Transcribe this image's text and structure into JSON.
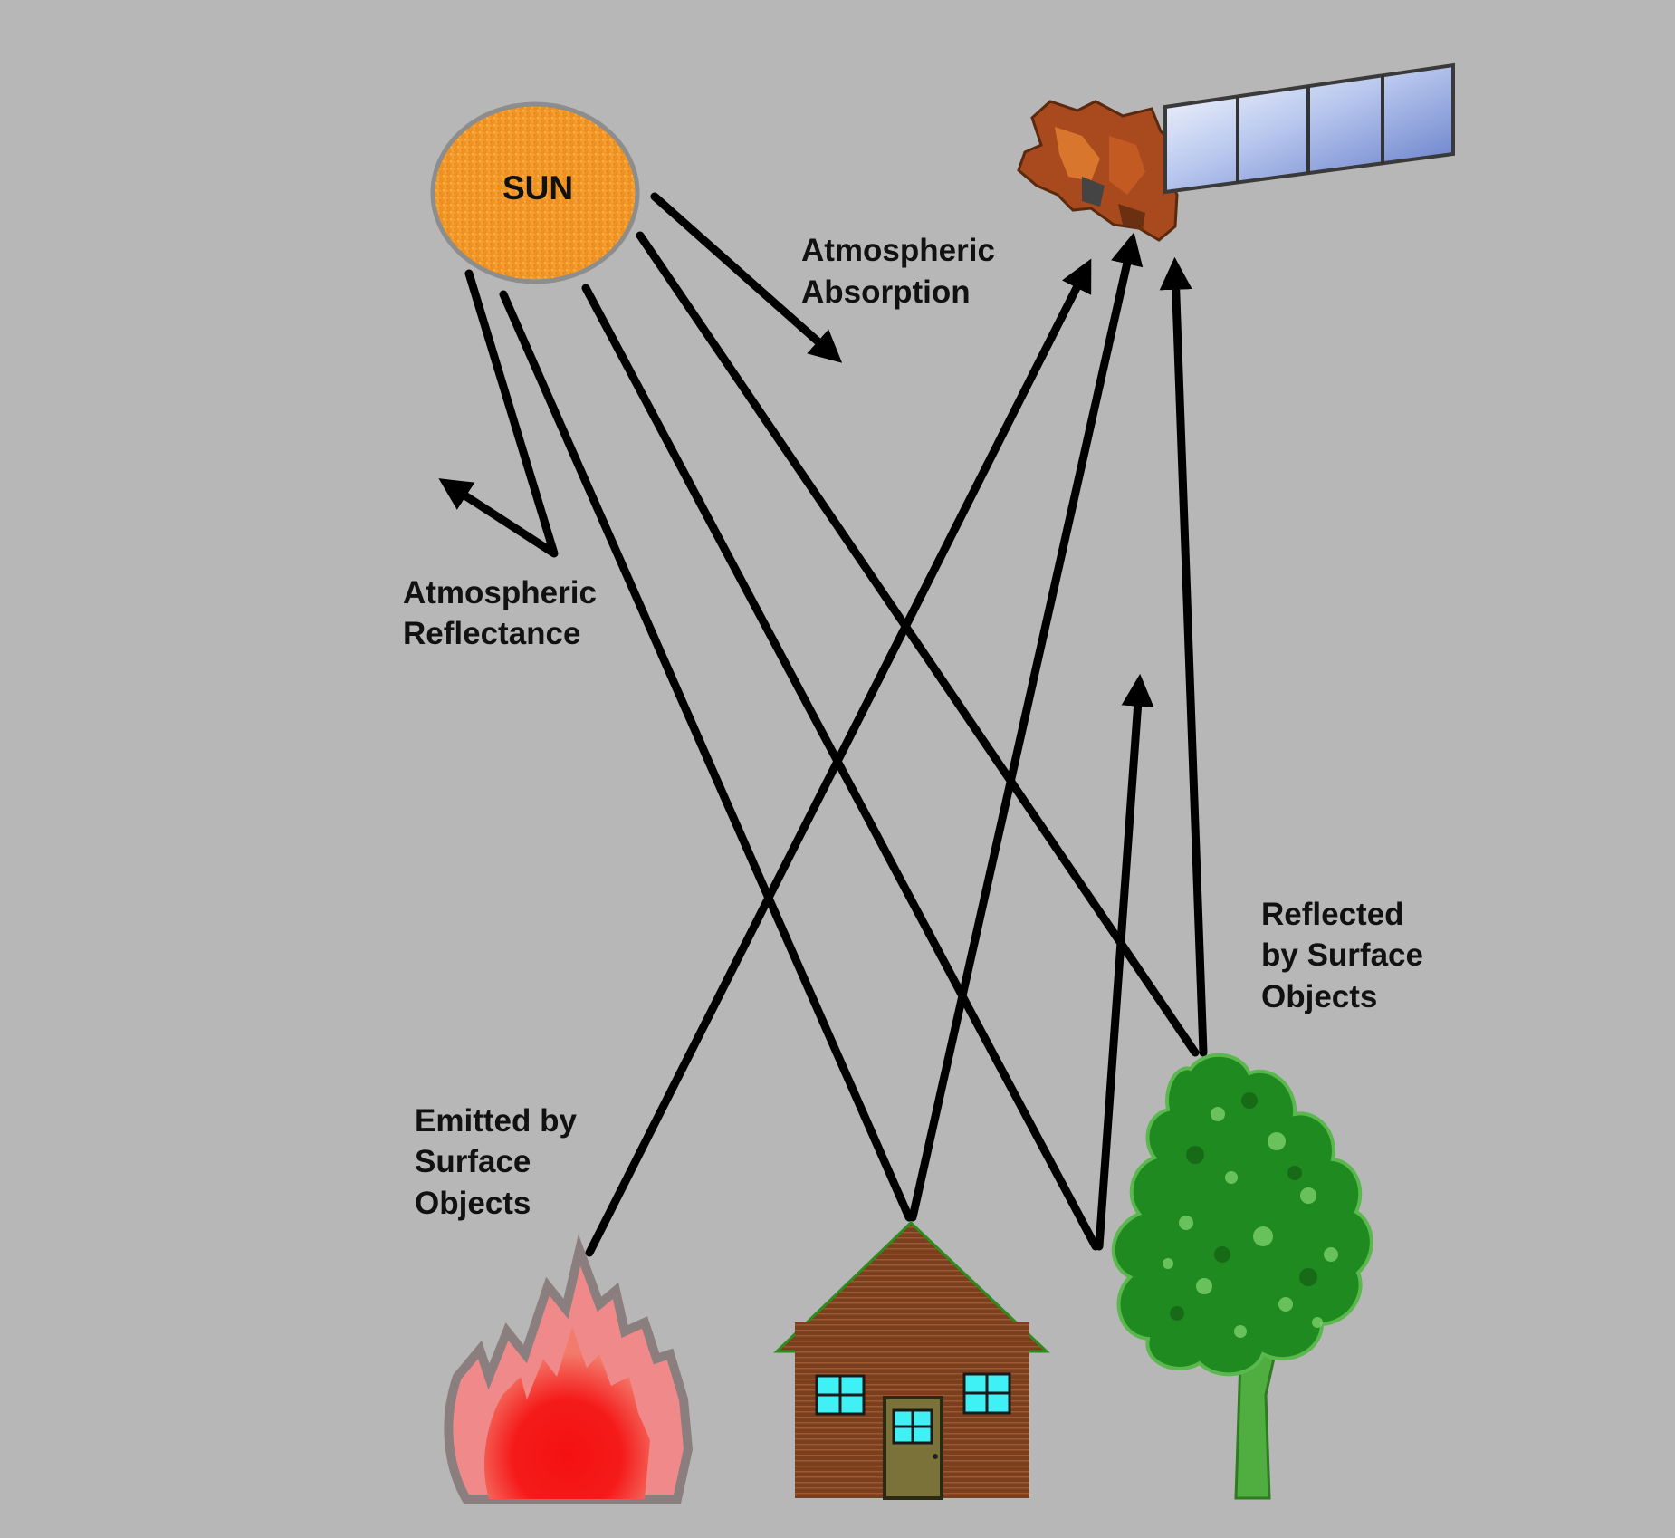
{
  "diagram": {
    "sun_label": "SUN",
    "labels": {
      "absorption_line1": "Atmospheric",
      "absorption_line2": "Absorption",
      "reflectance_line1": "Atmospheric",
      "reflectance_line2": "Reflectance",
      "reflected_line1": "Reflected",
      "reflected_line2": "by Surface",
      "reflected_line3": "Objects",
      "emitted_line1": "Emitted by",
      "emitted_line2": "Surface",
      "emitted_line3": "Objects"
    }
  },
  "colors": {
    "background": "#b7b7b7",
    "sun": "#f29a28",
    "arrows": "#000000",
    "house_wall": "#7b3f1e",
    "house_roof": "#8a4a28",
    "window": "#3ff0f5",
    "door": "#7a7238",
    "tree": "#2f8a2a",
    "fire_outer": "#f08a8a",
    "fire_inner": "#f51b1b"
  },
  "icons": [
    "sun-icon",
    "satellite-icon",
    "fire-icon",
    "house-icon",
    "tree-icon"
  ]
}
